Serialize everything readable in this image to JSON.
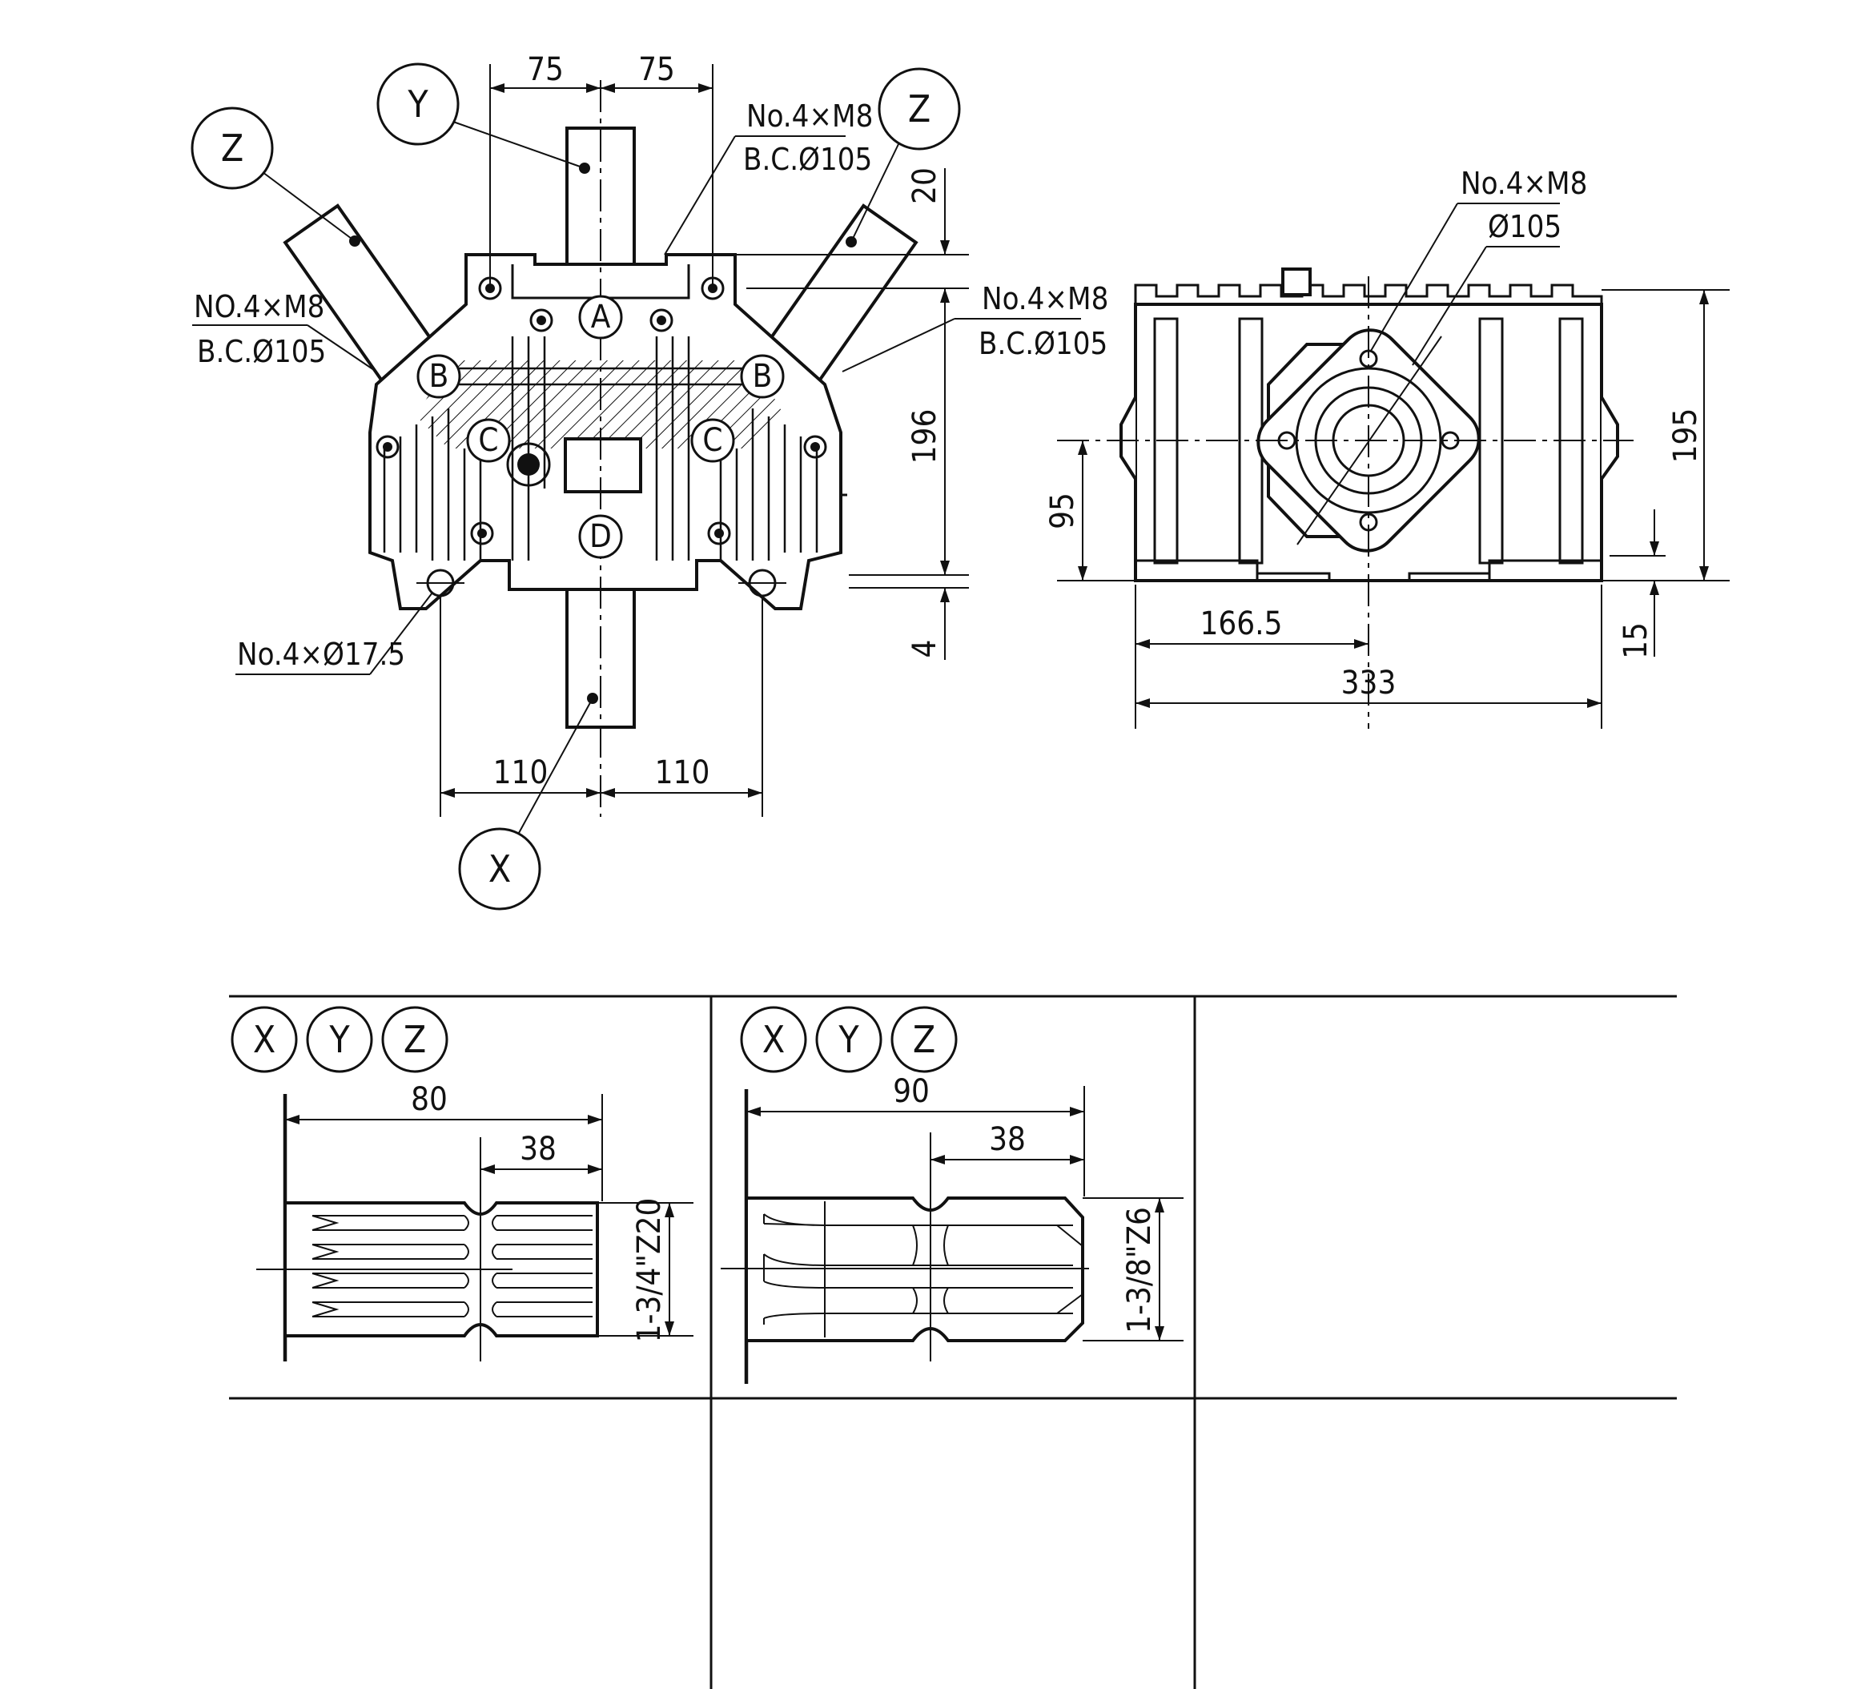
{
  "front_view": {
    "dim_top_left": "75",
    "dim_top_right": "75",
    "dim_20": "20",
    "dim_196": "196",
    "dim_4": "4",
    "dim_bottom_left": "110",
    "dim_bottom_right": "110",
    "note_top_line1": "No.4×M8",
    "note_top_line2": "B.C.Ø105",
    "note_left_line1": "NO.4×M8",
    "note_left_line2": "B.C.Ø105",
    "note_right_line1": "No.4×M8",
    "note_right_line2": "B.C.Ø105",
    "note_holes": "No.4×Ø17.5",
    "bubbles": {
      "Y": "Y",
      "Z_left": "Z",
      "Z_right": "Z",
      "X": "X"
    },
    "ports": {
      "A": "A",
      "B_left": "B",
      "B_right": "B",
      "C_left": "C",
      "C_right": "C",
      "D": "D"
    }
  },
  "side_view": {
    "note_line1": "No.4×M8",
    "note_line2": "Ø105",
    "dim_195": "195",
    "dim_95": "95",
    "dim_15": "15",
    "dim_166_5": "166.5",
    "dim_333": "333"
  },
  "shaft_table": {
    "cell1": {
      "tags": [
        "X",
        "Y",
        "Z"
      ],
      "dim_length": "80",
      "dim_spline": "38",
      "spec": "1-3/4\"Z20"
    },
    "cell2": {
      "tags": [
        "X",
        "Y",
        "Z"
      ],
      "dim_length": "90",
      "dim_spline": "38",
      "spec": "1-3/8\"Z6"
    }
  }
}
